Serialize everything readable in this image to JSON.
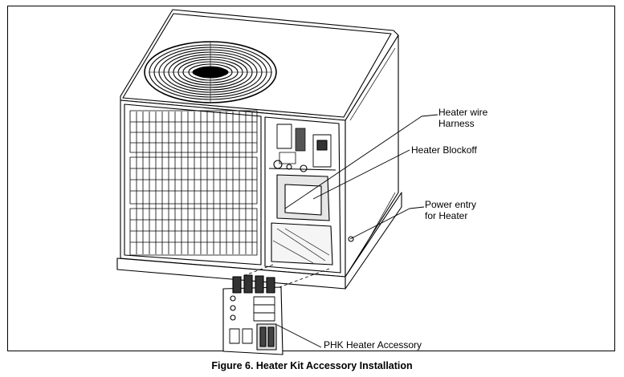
{
  "figure": {
    "caption": "Figure 6. Heater Kit Accessory Installation",
    "colors": {
      "line": "#000000",
      "background": "#ffffff",
      "shade": "#d9d9d9"
    }
  },
  "callouts": {
    "harness_line1": "Heater wire",
    "harness_line2": "Harness",
    "blockoff": "Heater Blockoff",
    "power_line1": "Power entry",
    "power_line2": "for Heater",
    "phk": "PHK Heater Accessory"
  }
}
